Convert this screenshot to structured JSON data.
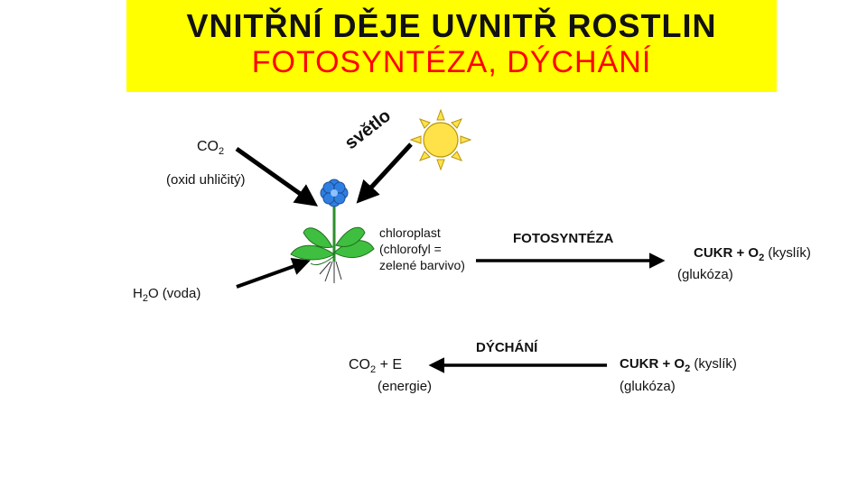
{
  "title": {
    "line1": "VNITŘNÍ DĚJE UVNITŘ ROSTLIN",
    "line2": "FOTOSYNTÉZA, DÝCHÁNÍ"
  },
  "inputs": {
    "co2_main": "CO",
    "co2_sub": "2",
    "oxid": "(oxid uhličitý)",
    "h2o_a": "H",
    "h2o_sub": "2",
    "h2o_b": "O (voda)",
    "light": "světlo"
  },
  "chloroplast": {
    "line1": "chloroplast",
    "line2": "(chlorofyl =",
    "line3": "zelené barvivo)"
  },
  "photosynthesis": {
    "label": "FOTOSYNTÉZA",
    "product_a": "CUKR + O",
    "product_sub": "2",
    "product_b": " (kyslík)",
    "product_c": "(glukóza)"
  },
  "respiration": {
    "label": "DÝCHÁNÍ",
    "input_a": "CUKR + O",
    "input_sub": "2",
    "input_b": " (kyslík)",
    "input_c": "(glukóza)",
    "output_a": "CO",
    "output_sub": "2",
    "output_b": " + E",
    "output_c": "(energie)"
  },
  "colors": {
    "title_bg": "#ffff00",
    "title_accent": "#ff0000",
    "sun": "#ffe24a",
    "leaf": "#3fbf3f",
    "flower": "#2f7fe0"
  },
  "icons": [
    "sun-icon",
    "plant-icon",
    "arrow-icon"
  ]
}
